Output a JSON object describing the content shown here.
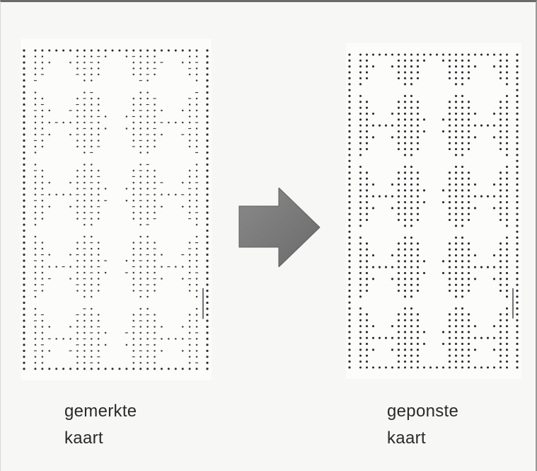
{
  "left_card": {
    "line1": "gemerkte",
    "line2": "kaart"
  },
  "right_card": {
    "line1": "geponste",
    "line2": "kaart"
  },
  "colors": {
    "arrow": "#767676",
    "holes": "#2b2b2b",
    "marks": "#3c3c3c"
  }
}
